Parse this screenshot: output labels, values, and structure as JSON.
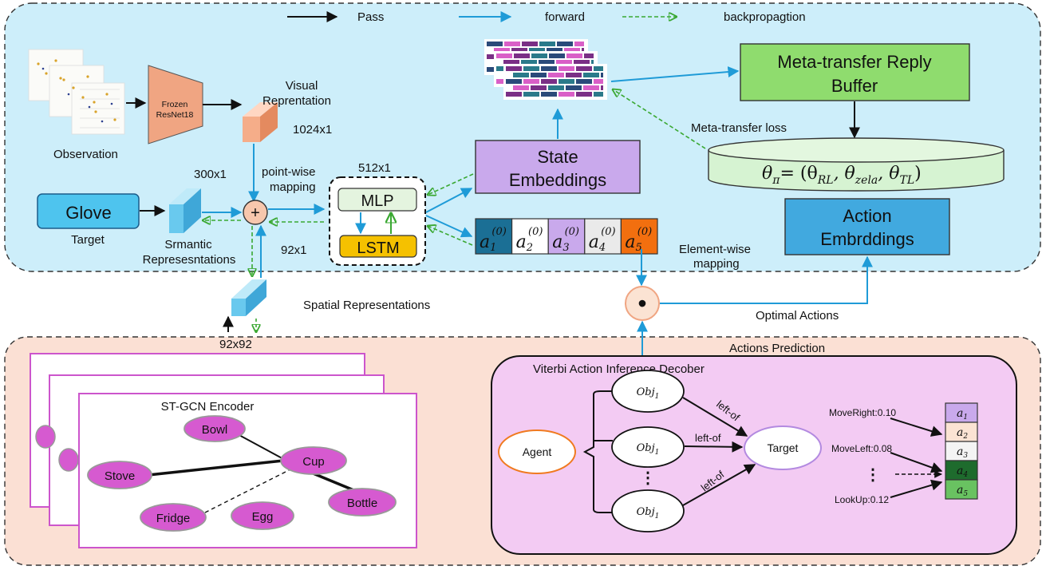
{
  "legend": {
    "pass": "Pass",
    "forward": "forward",
    "backprop": "backpropagtion"
  },
  "colors": {
    "top_panel": "#cdeefa",
    "bottom_panel": "#fbe0d4",
    "forward_arrow": "#1f9bd7",
    "backprop_arrow": "#3aa832",
    "glove": "#4ec4ee",
    "resnet": "#f0a582",
    "state": "#c9a9ec",
    "metabuffer": "#8fdc6e",
    "action_emb": "#41a9df",
    "lstm": "#f5c100",
    "mlp": "#e4f4df",
    "node": "#d65ad0",
    "viterbi": "#f3cbf3"
  },
  "observation": {
    "label": "Observation"
  },
  "resnet": {
    "label_line1": "Frozen",
    "label_line2": "ResNet18"
  },
  "visual": {
    "label_line1": "Visual",
    "label_line2": "Reprentation",
    "dim": "1024x1"
  },
  "glove": {
    "label": "Glove",
    "target": "Target"
  },
  "semantic": {
    "dim": "300x1",
    "label_line1": "Srmantic",
    "label_line2": "Represesntations"
  },
  "pointwise": {
    "label_line1": "point-wise",
    "label_line2": "mapping",
    "plus": "+"
  },
  "spatial": {
    "dim_small": "92x1",
    "dim_big": "92x92",
    "label": "Spatial Representations"
  },
  "mlp_lstm": {
    "dim": "512x1",
    "mlp": "MLP",
    "lstm": "LSTM"
  },
  "state": {
    "line1": "State",
    "line2": "Embeddings"
  },
  "action_vec": [
    {
      "sub": "1",
      "sup": "(0)",
      "color": "#1b6f95"
    },
    {
      "sub": "2",
      "sup": "(0)",
      "color": "#ffffff"
    },
    {
      "sub": "3",
      "sup": "(0)",
      "color": "#c9a9ec"
    },
    {
      "sub": "4",
      "sup": "(0)",
      "color": "#eaeaea"
    },
    {
      "sub": "5",
      "sup": "(0)",
      "color": "#f26f0f"
    }
  ],
  "meta_buffer": {
    "line1": "Meta-transfer Reply",
    "line2": "Buffer"
  },
  "meta_loss": "Meta-transfer loss",
  "theta": {
    "lhs": "θ",
    "lhs_sub": "π",
    "rhs": "= (θ",
    "s1": "RL",
    "s2": "zela",
    "s3": "TL"
  },
  "action_emb": {
    "line1": "Action",
    "line2": "Embrddings"
  },
  "elementwise": {
    "line1": "Element-wise",
    "line2": "mapping",
    "dot": "•"
  },
  "optimal": "Optimal Actions",
  "actions_prediction": "Actions Prediction",
  "stgcn": {
    "title": "ST-GCN Encoder",
    "nodes": [
      "Bowl",
      "Cup",
      "Stove",
      "Bottle",
      "Fridge",
      "Egg"
    ]
  },
  "viterbi": {
    "title": "Viterbi Action Inference Decober",
    "agent": "Agent",
    "obj": "Obj",
    "obj_sub": "1",
    "target": "Target",
    "rel": "left-of",
    "dots": "⋮",
    "moves": [
      "MoveRight:0.10",
      "MoveLeft:0.08",
      "LookUp:0.12"
    ],
    "actions": [
      {
        "sub": "1",
        "color": "#c9a9ec"
      },
      {
        "sub": "2",
        "color": "#fbe3d3"
      },
      {
        "sub": "3",
        "color": "#f4f4f4"
      },
      {
        "sub": "4",
        "color": "#1e6b2d"
      },
      {
        "sub": "5",
        "color": "#69c261"
      }
    ]
  }
}
